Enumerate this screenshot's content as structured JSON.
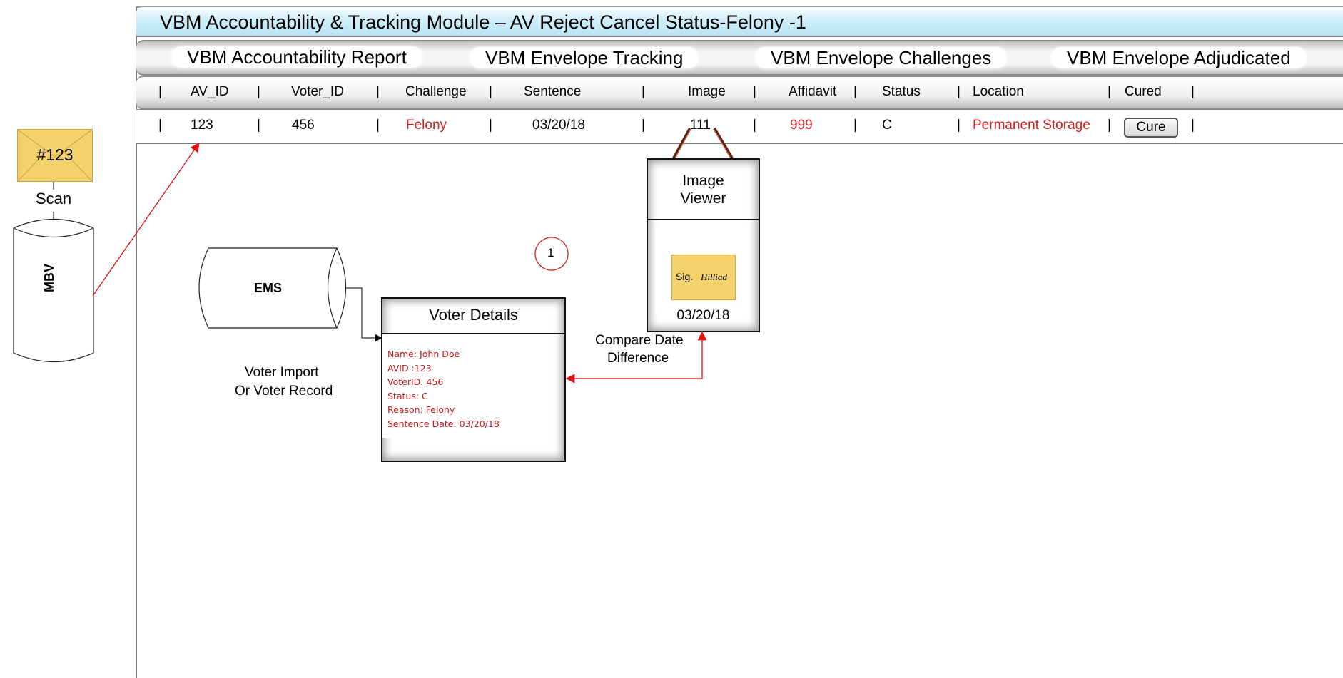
{
  "window": {
    "title": "VBM Accountability & Tracking Module – AV Reject Cancel Status-Felony -1"
  },
  "nav": {
    "tabs": [
      {
        "label": "VBM Accountability Report"
      },
      {
        "label": "VBM Envelope Tracking"
      },
      {
        "label": "VBM Envelope Challenges"
      },
      {
        "label": "VBM Envelope Adjudicated"
      }
    ]
  },
  "table": {
    "headers": [
      "AV_ID",
      "Voter_ID",
      "Challenge",
      "Sentence",
      "Image",
      "Affidavit",
      "Status",
      "Location",
      "Cured"
    ],
    "row": {
      "av_id": "123",
      "voter_id": "456",
      "challenge": "Felony",
      "sentence": "03/20/18",
      "image": "111",
      "affidavit": "999",
      "status": "C",
      "location": "Permanent Storage",
      "cure_button": "Cure"
    },
    "separator": "|"
  },
  "scan": {
    "envelope_label": "#123",
    "scan_label": "Scan",
    "mbv_label": "MBV"
  },
  "ems": {
    "label": "EMS",
    "caption_line1": "Voter Import",
    "caption_line2": "Or Voter Record"
  },
  "step_marker": "1",
  "voter_details": {
    "title": "Voter Details",
    "lines": [
      "Name: John Doe",
      "AVID :123",
      "VoterID: 456",
      "Status: C",
      "Reason: Felony",
      "Sentence Date: 03/20/18"
    ]
  },
  "image_viewer": {
    "title_line1": "Image",
    "title_line2": "Viewer",
    "sig_label": "Sig.",
    "signature": "Hilliad",
    "date": "03/20/18"
  },
  "compare": {
    "line1": "Compare Date",
    "line2": "Difference"
  },
  "colors": {
    "accent_red": "#d0201f",
    "envelope": "#f3d16b",
    "title_bar": "#c8ebf7"
  }
}
